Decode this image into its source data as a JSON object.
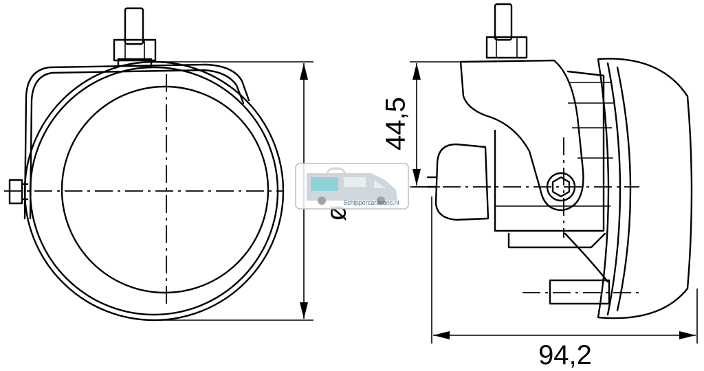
{
  "dimensions": {
    "diameter": "ø 90",
    "depth": "94,2",
    "height": "44,5"
  },
  "watermark": {
    "text": "Schippercaravans.nl"
  },
  "colors": {
    "line": "#000000",
    "watermark_text": "#3b6b8c",
    "watermark_van": "#cfd6dc",
    "watermark_accent": "#8fd3d8"
  }
}
